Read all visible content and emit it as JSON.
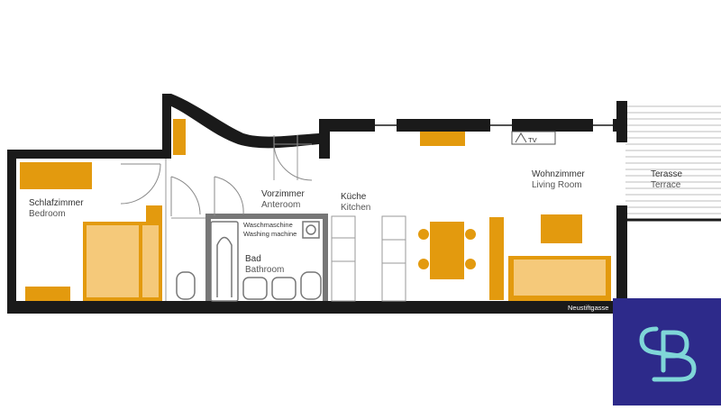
{
  "colors": {
    "wall": "#1a1a1a",
    "partition": "#777777",
    "furniture": "#e39a0e",
    "furniture_light": "#f5c97a",
    "logo_bg": "#2d2a8a",
    "logo_mark": "#7fd6d8"
  },
  "rooms": {
    "bedroom": {
      "de": "Schlafzimmer",
      "en": "Bedroom"
    },
    "anteroom": {
      "de": "Vorzimmer",
      "en": "Anteroom"
    },
    "kitchen": {
      "de": "Küche",
      "en": "Kitchen"
    },
    "living": {
      "de": "Wohnzimmer",
      "en": "Living Room"
    },
    "terrace": {
      "de": "Terasse",
      "en": "Terrace"
    },
    "bath": {
      "de": "Bad",
      "en": "Bathroom"
    },
    "washing": {
      "de": "Waschmaschine",
      "en": "Washing machine"
    }
  },
  "labels": {
    "tv": "TV",
    "street": "Neustiftgasse"
  },
  "logo": {
    "icon": "sp-logo-icon"
  }
}
